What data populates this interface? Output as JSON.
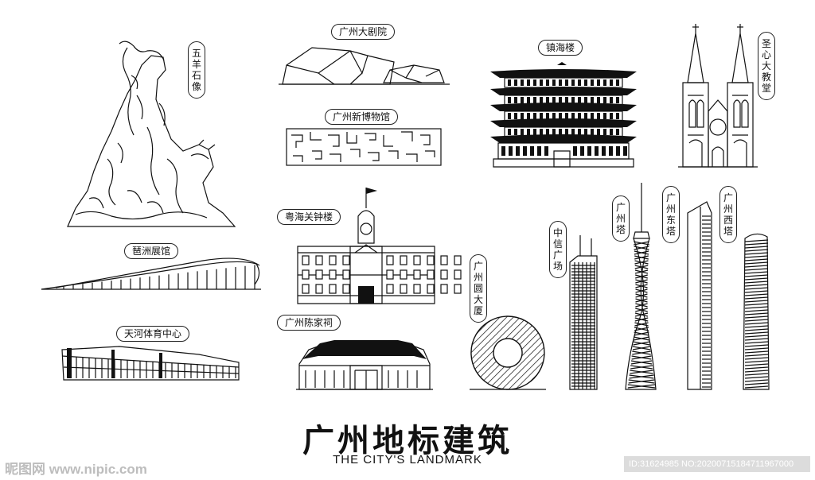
{
  "labels": {
    "wuyang": "五羊石像",
    "opera": "广州大剧院",
    "museum": "广州新博物馆",
    "zhenhai": "镇海楼",
    "cathedral": "圣心大教堂",
    "pazhou": "琶洲展馆",
    "customs": "粤海关钟楼",
    "tianhe": "天河体育中心",
    "chenjia": "广州陈家祠",
    "circle": "广州圆大厦",
    "citic": "中信广场",
    "tower": "广州塔",
    "east_tower": "广州东塔",
    "west_tower": "广州西塔"
  },
  "title": "广州地标建筑",
  "subtitle": "THE CITY'S LANDMARK",
  "watermark": {
    "left": "昵图网 www.nipic.com",
    "right": "ID:31624985 NO:20200715184711967000"
  }
}
